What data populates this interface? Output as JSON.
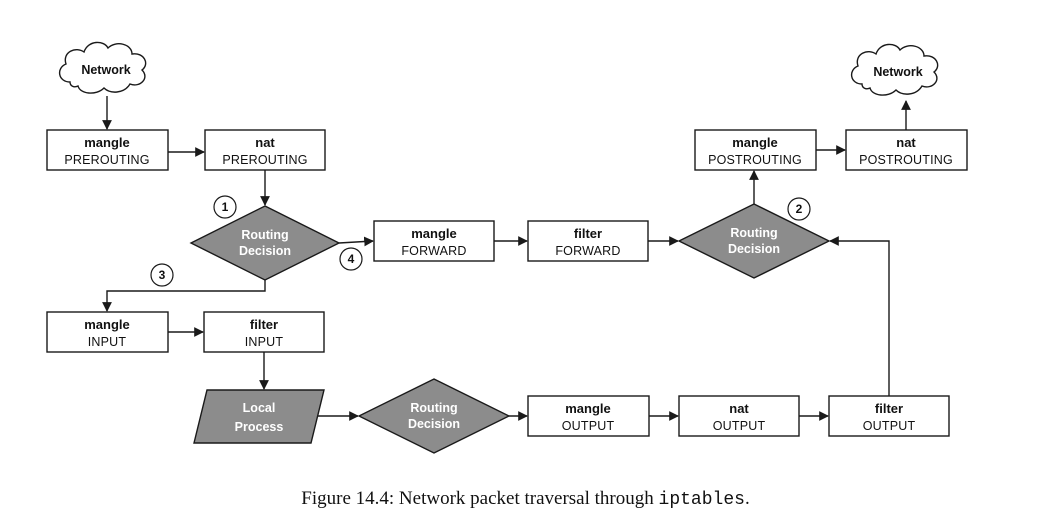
{
  "network_in": {
    "label": "Network"
  },
  "network_out": {
    "label": "Network"
  },
  "boxes": {
    "mangle_prerouting": {
      "table": "mangle",
      "chain": "PREROUTING"
    },
    "nat_prerouting": {
      "table": "nat",
      "chain": "PREROUTING"
    },
    "mangle_postrouting": {
      "table": "mangle",
      "chain": "POSTROUTING"
    },
    "nat_postrouting": {
      "table": "nat",
      "chain": "POSTROUTING"
    },
    "mangle_forward": {
      "table": "mangle",
      "chain": "FORWARD"
    },
    "filter_forward": {
      "table": "filter",
      "chain": "FORWARD"
    },
    "mangle_input": {
      "table": "mangle",
      "chain": "INPUT"
    },
    "filter_input": {
      "table": "filter",
      "chain": "INPUT"
    },
    "mangle_output": {
      "table": "mangle",
      "chain": "OUTPUT"
    },
    "nat_output": {
      "table": "nat",
      "chain": "OUTPUT"
    },
    "filter_output": {
      "table": "filter",
      "chain": "OUTPUT"
    }
  },
  "decisions": {
    "routing_1": {
      "line1": "Routing",
      "line2": "Decision"
    },
    "routing_2": {
      "line1": "Routing",
      "line2": "Decision"
    },
    "routing_3": {
      "line1": "Routing",
      "line2": "Decision"
    }
  },
  "local_process": {
    "line1": "Local",
    "line2": "Process"
  },
  "badges": {
    "b1": "1",
    "b2": "2",
    "b3": "3",
    "b4": "4"
  },
  "caption": {
    "text": "Figure 14.4: Network packet traversal through ",
    "code": "iptables",
    "end": "."
  }
}
